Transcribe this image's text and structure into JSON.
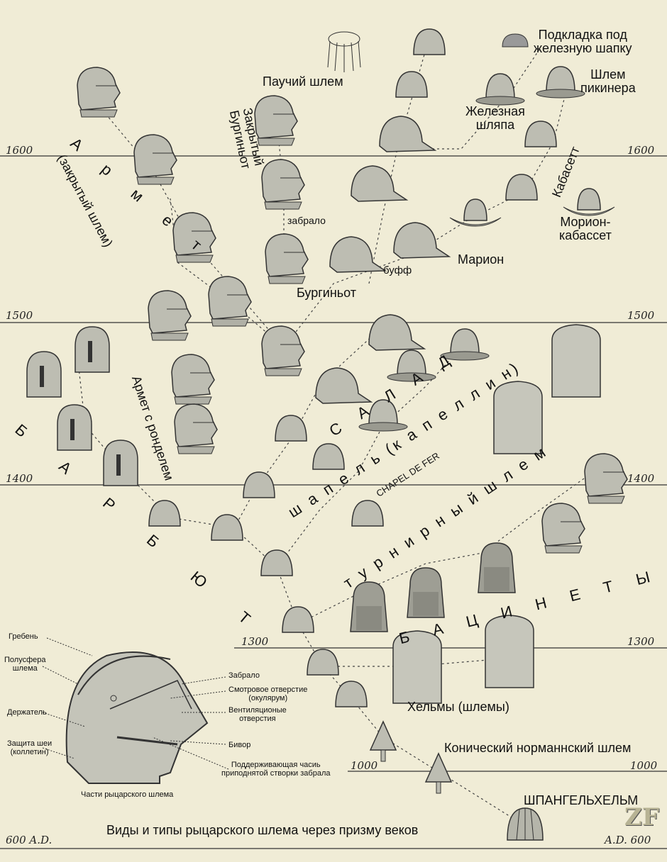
{
  "title": "Виды и типы рыцарского шлема через призму веков",
  "watermark": "ZF",
  "years": {
    "y1600_left": "1600",
    "y1600_right": "1600",
    "y1500_left": "1500",
    "y1500_right": "1500",
    "y1400_left": "1400",
    "y1400_right": "1400",
    "y1300_left": "1300",
    "y1300_right": "1300",
    "y1000_left": "1000",
    "y1000_right": "1000",
    "y600_left": "600 A.D.",
    "y600_right": "A.D. 600"
  },
  "labels": {
    "podkladka": "Подкладка под\nжелезную шапку",
    "shlem_pikinera": "Шлем\nпикинера",
    "pauchiy": "Паучий шлем",
    "zheleznaya": "Железная\nшляпа",
    "zakrytyy": "Закрытый\nБургиньот",
    "armet": "А р м е т",
    "armet_sub": "(закрытый шлем)",
    "kabasett": "Кабасетт",
    "zabralo": "забрало",
    "morion_kabasset": "Морион-\nкабассет",
    "buff": "буфф",
    "morion": "Марион",
    "burginyot": "Бургиньот",
    "salad": "С А Л А Д",
    "armet_rondel": "Армет с ронделем",
    "barbyut": "Б А Р Б Ю Т",
    "shapel": "ш а п е л ь (к а п е л л и н)",
    "chapel_de_fer": "CHAPEL DE FER",
    "turnirnyy": "т у р н и р н ы й   ш л е м",
    "bacinety": "Б А Ц И Н Е Т Ы",
    "helmy": "Хельмы (шлемы)",
    "konicheskiy": "Конический норманнский шлем",
    "shpangel": "ШПАНГЕЛЬХЕЛЬМ"
  },
  "parts": {
    "title": "Части рыцарского шлема",
    "greben": "Гребень",
    "polusfera": "Полусфера\nшлема",
    "derzhatel": "Держатель",
    "zashchita": "Защита шеи\n(коллетин)",
    "zabralo": "Забрало",
    "smotrovoe": "Смотровое отверстие\n(окулярум)",
    "ventil": "Вентиляционые\nотверстия",
    "bivor": "Бивор",
    "podderzh": "Поддерживающая часиь\nприподнятой створки забрала"
  }
}
